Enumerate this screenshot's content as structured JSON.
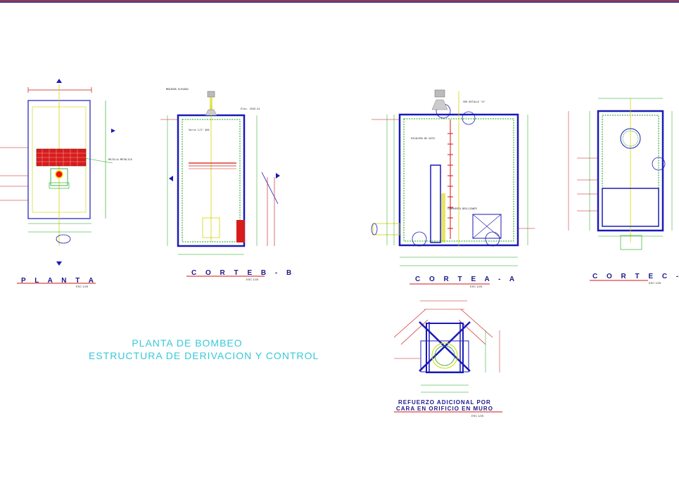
{
  "project": {
    "title_line1": "PLANTA DE BOMBEO",
    "title_line2": "ESTRUCTURA DE DERIVACION Y CONTROL"
  },
  "views": {
    "planta": {
      "title": "P L A N T A",
      "scale": "ESC 1/25"
    },
    "corte_bb": {
      "title": "C O R T E  B - B",
      "scale": "ESC 1/25"
    },
    "corte_aa": {
      "title": "C O R T E  A - A",
      "scale": "ESC 1/25"
    },
    "corte_cc": {
      "title": "C O R T E  C - C",
      "scale": "ESC 1/25"
    },
    "refuerzo": {
      "title_line1": "REFUERZO ADICIONAL POR",
      "title_line2": "CARA EN ORIFICIO EN MURO",
      "scale": "ESC 1/25"
    }
  },
  "labels": {
    "medidor": "MEDIDOR ELEVADO",
    "varilla": "Varra 1/2\" @20",
    "elev": "Elev. 2543.41",
    "ver_detalle": "VER DETALLE \"A\"",
    "escalera": "ESCALERA DE GATO",
    "compuerta": "COMPUERTA DESLIZANTE",
    "rejilla": "REJILLA METALICA"
  },
  "colors": {
    "wall": "#1a1ab8",
    "rebar": "#16a316",
    "dims": "#c81414",
    "centerline": "#d4d400",
    "accent": "#d41414",
    "title_text": "#36c9d8"
  }
}
